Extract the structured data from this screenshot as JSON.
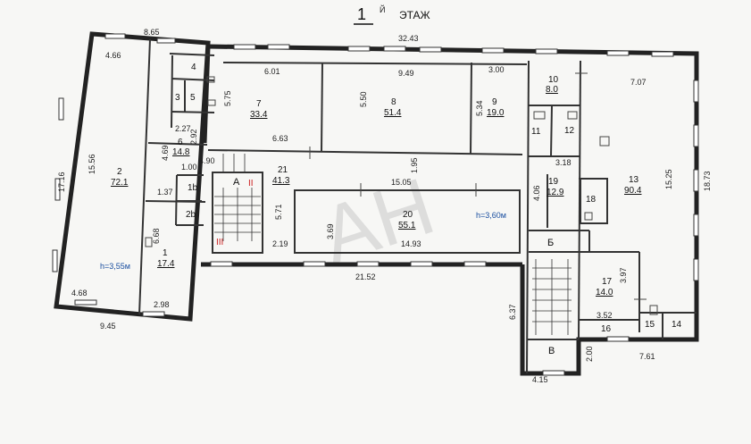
{
  "title": {
    "number": "1",
    "suffix": "Й",
    "word": "ЭТАЖ"
  },
  "watermark": "АН",
  "heights": {
    "left": "h=3,55м",
    "center": "h=3,60м"
  },
  "stair_marks": {
    "a": "А",
    "b": "Б",
    "v": "В",
    "roman_2": "II",
    "roman_3": "III"
  },
  "rooms": [
    {
      "id": "1",
      "area": "17.4"
    },
    {
      "id": "2",
      "area": "72.1"
    },
    {
      "id": "3",
      "area": ""
    },
    {
      "id": "4",
      "area": ""
    },
    {
      "id": "5",
      "area": ""
    },
    {
      "id": "6",
      "area": "14.8"
    },
    {
      "id": "7",
      "area": "33.4"
    },
    {
      "id": "8",
      "area": "51.4"
    },
    {
      "id": "9",
      "area": "19.0"
    },
    {
      "id": "10",
      "area": "8.0"
    },
    {
      "id": "11",
      "area": ""
    },
    {
      "id": "12",
      "area": ""
    },
    {
      "id": "13",
      "area": "90.4"
    },
    {
      "id": "14",
      "area": ""
    },
    {
      "id": "15",
      "area": ""
    },
    {
      "id": "16",
      "area": ""
    },
    {
      "id": "17",
      "area": "14.0"
    },
    {
      "id": "18",
      "area": ""
    },
    {
      "id": "19",
      "area": "12.9"
    },
    {
      "id": "20",
      "area": "55.1"
    },
    {
      "id": "21",
      "area": "41.3"
    },
    {
      "id": "1b",
      "area": ""
    },
    {
      "id": "2b",
      "area": ""
    }
  ],
  "dims": {
    "d_8_65": "8.65",
    "d_32_43": "32.43",
    "d_4_66": "4.66",
    "d_6_01": "6.01",
    "d_9_49": "9.49",
    "d_3_00": "3.00",
    "d_7_07": "7.07",
    "d_5_75": "5.75",
    "d_5_50": "5.50",
    "d_5_34": "5.34",
    "d_2_27": "2.27",
    "d_2_92": "2.92",
    "d_4_69": "4.69",
    "d_6_63": "6.63",
    "d_4_90": "4.90",
    "d_1_00": "1.00",
    "d_1_37": "1.37",
    "d_17_16": "17.16",
    "d_15_56": "15.56",
    "d_1_95": "1.95",
    "d_15_05": "15.05",
    "d_4_06": "4.06",
    "d_3_18": "3.18",
    "d_15_25": "15.25",
    "d_18_73": "18.73",
    "d_5_71": "5.71",
    "d_3_69": "3.69",
    "d_2_19": "2.19",
    "d_14_93": "14.93",
    "d_6_68": "6.68",
    "d_21_52": "21.52",
    "d_4_68": "4.68",
    "d_2_98": "2.98",
    "d_9_45": "9.45",
    "d_6_37": "6.37",
    "d_3_97": "3.97",
    "d_3_52": "3.52",
    "d_2_00": "2.00",
    "d_4_15": "4.15",
    "d_7_61": "7.61"
  }
}
